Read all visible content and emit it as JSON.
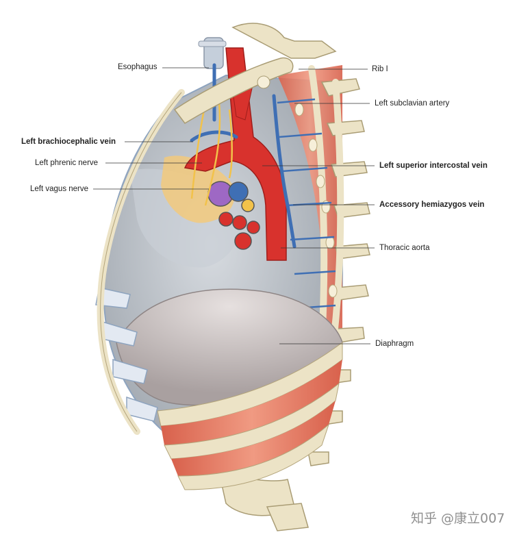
{
  "labels": {
    "esophagus": "Esophagus",
    "rib_1": "Rib I",
    "left_subclavian_artery": "Left subclavian artery",
    "left_brachiocephalic_vein": "Left brachiocephalic vein",
    "left_phrenic_nerve": "Left phrenic nerve",
    "left_superior_intercostal_vein": "Left superior intercostal vein",
    "left_vagus_nerve": "Left vagus nerve",
    "accessory_hemiazygos_vein": "Accessory hemiazygos vein",
    "thoracic_aorta": "Thoracic aorta",
    "diaphragm": "Diaphragm"
  },
  "watermark": "知乎 @康立007",
  "colors": {
    "bone": "#ece3c6",
    "artery": "#d8322d",
    "vein": "#3f6fb4",
    "nerve": "#f2c24a",
    "muscle": "#e8826a",
    "pleura": "#bfc9d6",
    "diaphragm": "#c9c2c2"
  }
}
